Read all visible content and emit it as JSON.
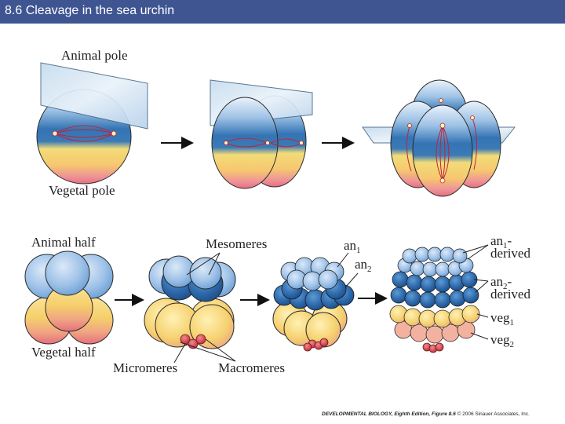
{
  "header": {
    "title": "8.6  Cleavage in the sea urchin"
  },
  "labels": {
    "animal_pole": "Animal pole",
    "vegetal_pole": "Vegetal pole",
    "animal_half": "Animal half",
    "vegetal_half": "Vegetal half",
    "mesomeres": "Mesomeres",
    "micromeres": "Micromeres",
    "macromeres": "Macromeres",
    "an1": "an",
    "an1_sub": "1",
    "an2": "an",
    "an2_sub": "2",
    "an1_derived_a": "an",
    "an1_derived_sub": "1",
    "an1_derived_b": "-",
    "an1_derived_c": "derived",
    "an2_derived_a": "an",
    "an2_derived_sub": "2",
    "an2_derived_b": "-",
    "an2_derived_c": "derived",
    "veg1": "veg",
    "veg1_sub": "1",
    "veg2": "veg",
    "veg2_sub": "2"
  },
  "footer": {
    "book": "DEVELOPMENTAL BIOLOGY, Eighth Edition, Figure 8.6",
    "copyright": "© 2006 Sinauer Associates, Inc."
  },
  "colors": {
    "header_bg": "#3f5592",
    "animal_blue": "#2e6fb0",
    "light_blue": "#9ec1e6",
    "yellow": "#f4d873",
    "pink": "#e88891",
    "micromere_red": "#d0333c",
    "spindle": "#c0233a"
  }
}
